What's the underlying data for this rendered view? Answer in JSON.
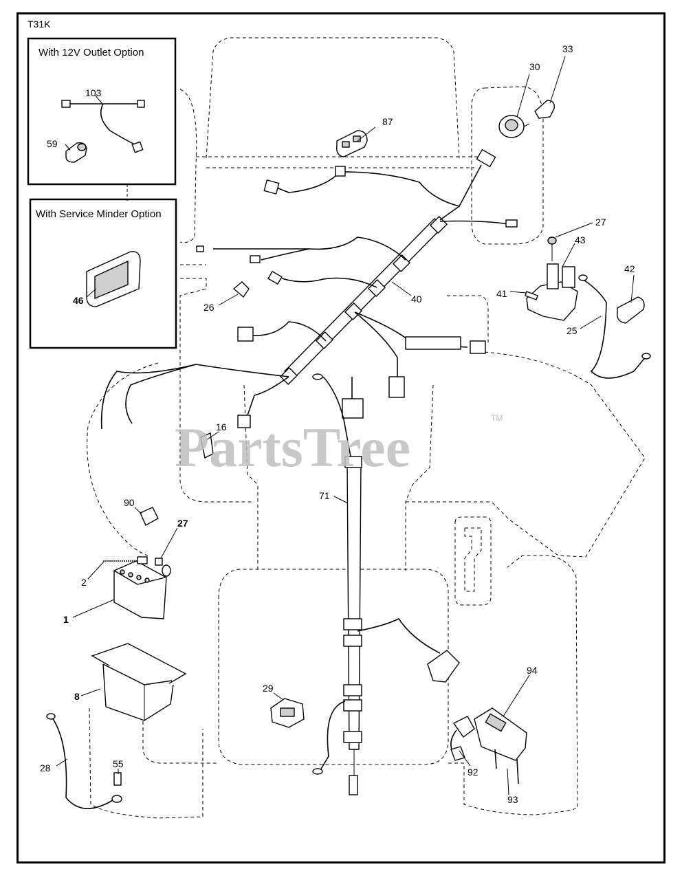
{
  "diagram_code": "T31K",
  "option_boxes": [
    {
      "title": "With 12V Outlet Option"
    },
    {
      "title": "With Service Minder Option"
    }
  ],
  "watermark": "PartsTree",
  "watermark_mark": "TM",
  "callouts": [
    {
      "id": "103"
    },
    {
      "id": "59"
    },
    {
      "id": "46"
    },
    {
      "id": "87"
    },
    {
      "id": "30"
    },
    {
      "id": "33"
    },
    {
      "id": "27"
    },
    {
      "id": "43"
    },
    {
      "id": "42"
    },
    {
      "id": "41"
    },
    {
      "id": "25"
    },
    {
      "id": "40"
    },
    {
      "id": "26"
    },
    {
      "id": "16"
    },
    {
      "id": "71"
    },
    {
      "id": "90"
    },
    {
      "id": "27"
    },
    {
      "id": "2"
    },
    {
      "id": "1"
    },
    {
      "id": "8"
    },
    {
      "id": "28"
    },
    {
      "id": "55"
    },
    {
      "id": "29"
    },
    {
      "id": "94"
    },
    {
      "id": "92"
    },
    {
      "id": "93"
    }
  ]
}
